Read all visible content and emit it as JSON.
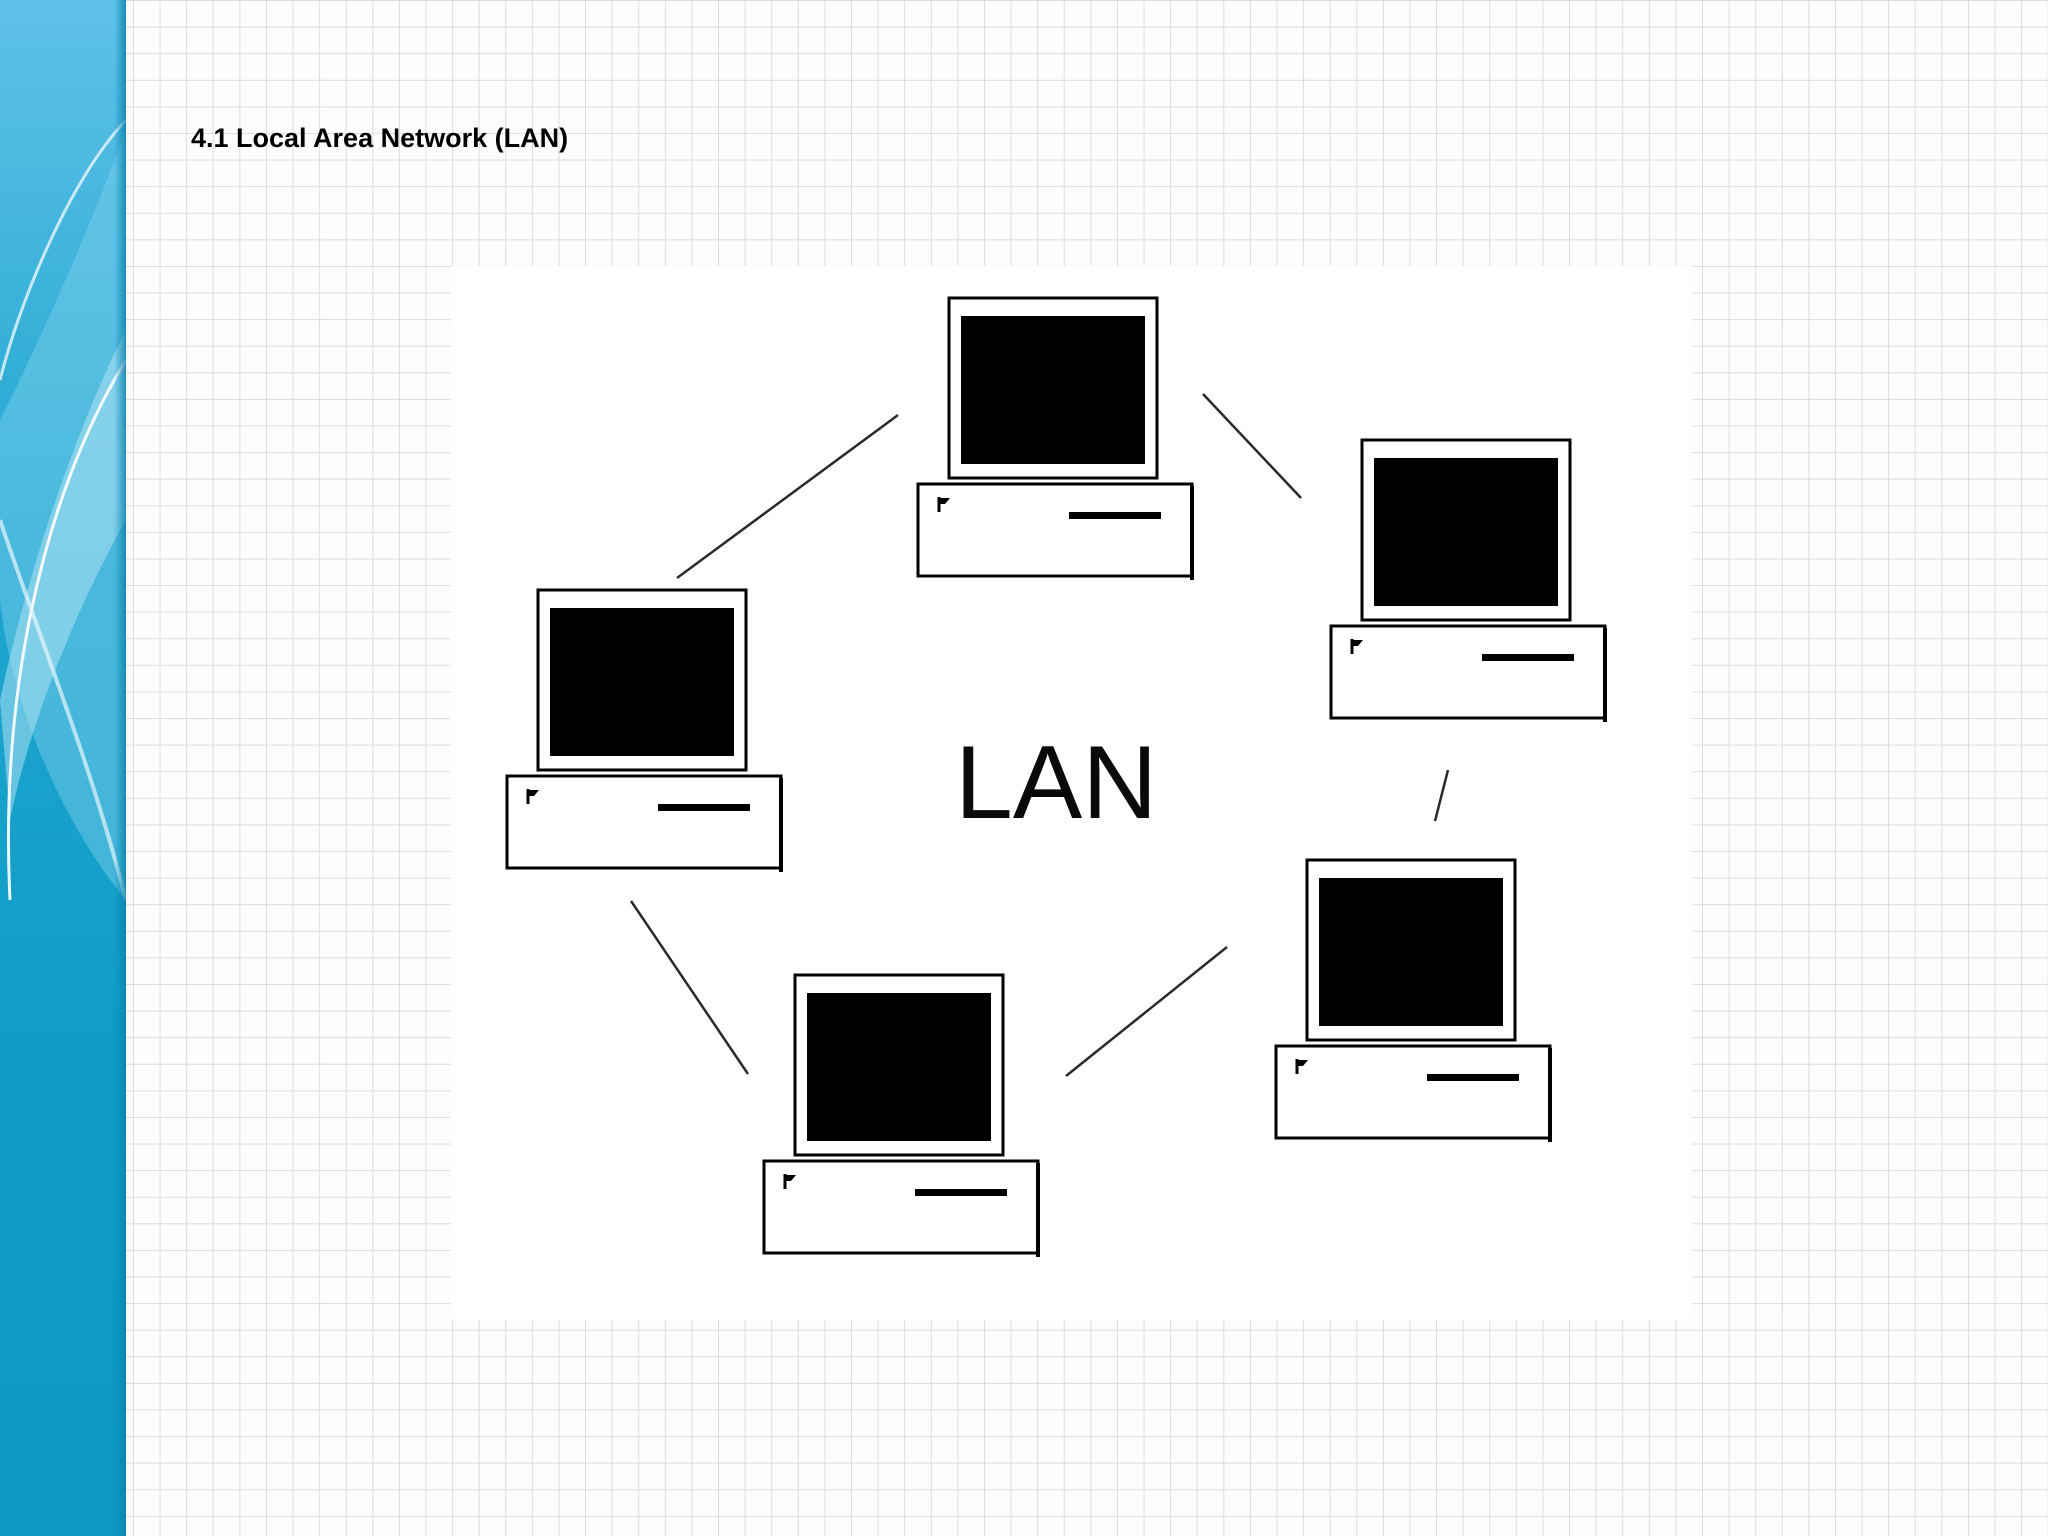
{
  "slide": {
    "title": "4.1 Local Area Network (LAN)"
  },
  "diagram": {
    "center_label": "LAN",
    "nodes": [
      {
        "role": "computer",
        "icon": "desktop-computer-icon"
      },
      {
        "role": "computer",
        "icon": "desktop-computer-icon"
      },
      {
        "role": "computer",
        "icon": "desktop-computer-icon"
      },
      {
        "role": "computer",
        "icon": "desktop-computer-icon"
      },
      {
        "role": "computer",
        "icon": "desktop-computer-icon"
      }
    ],
    "links": [
      {
        "from": 0,
        "to": 1
      },
      {
        "from": 1,
        "to": 2
      },
      {
        "from": 2,
        "to": 3
      },
      {
        "from": 3,
        "to": 4
      },
      {
        "from": 4,
        "to": 0
      }
    ]
  },
  "colors": {
    "accent_blue": "#1fa6cf",
    "accent_dark": "#0a84b0",
    "screen": "#000000",
    "outline": "#000000"
  }
}
